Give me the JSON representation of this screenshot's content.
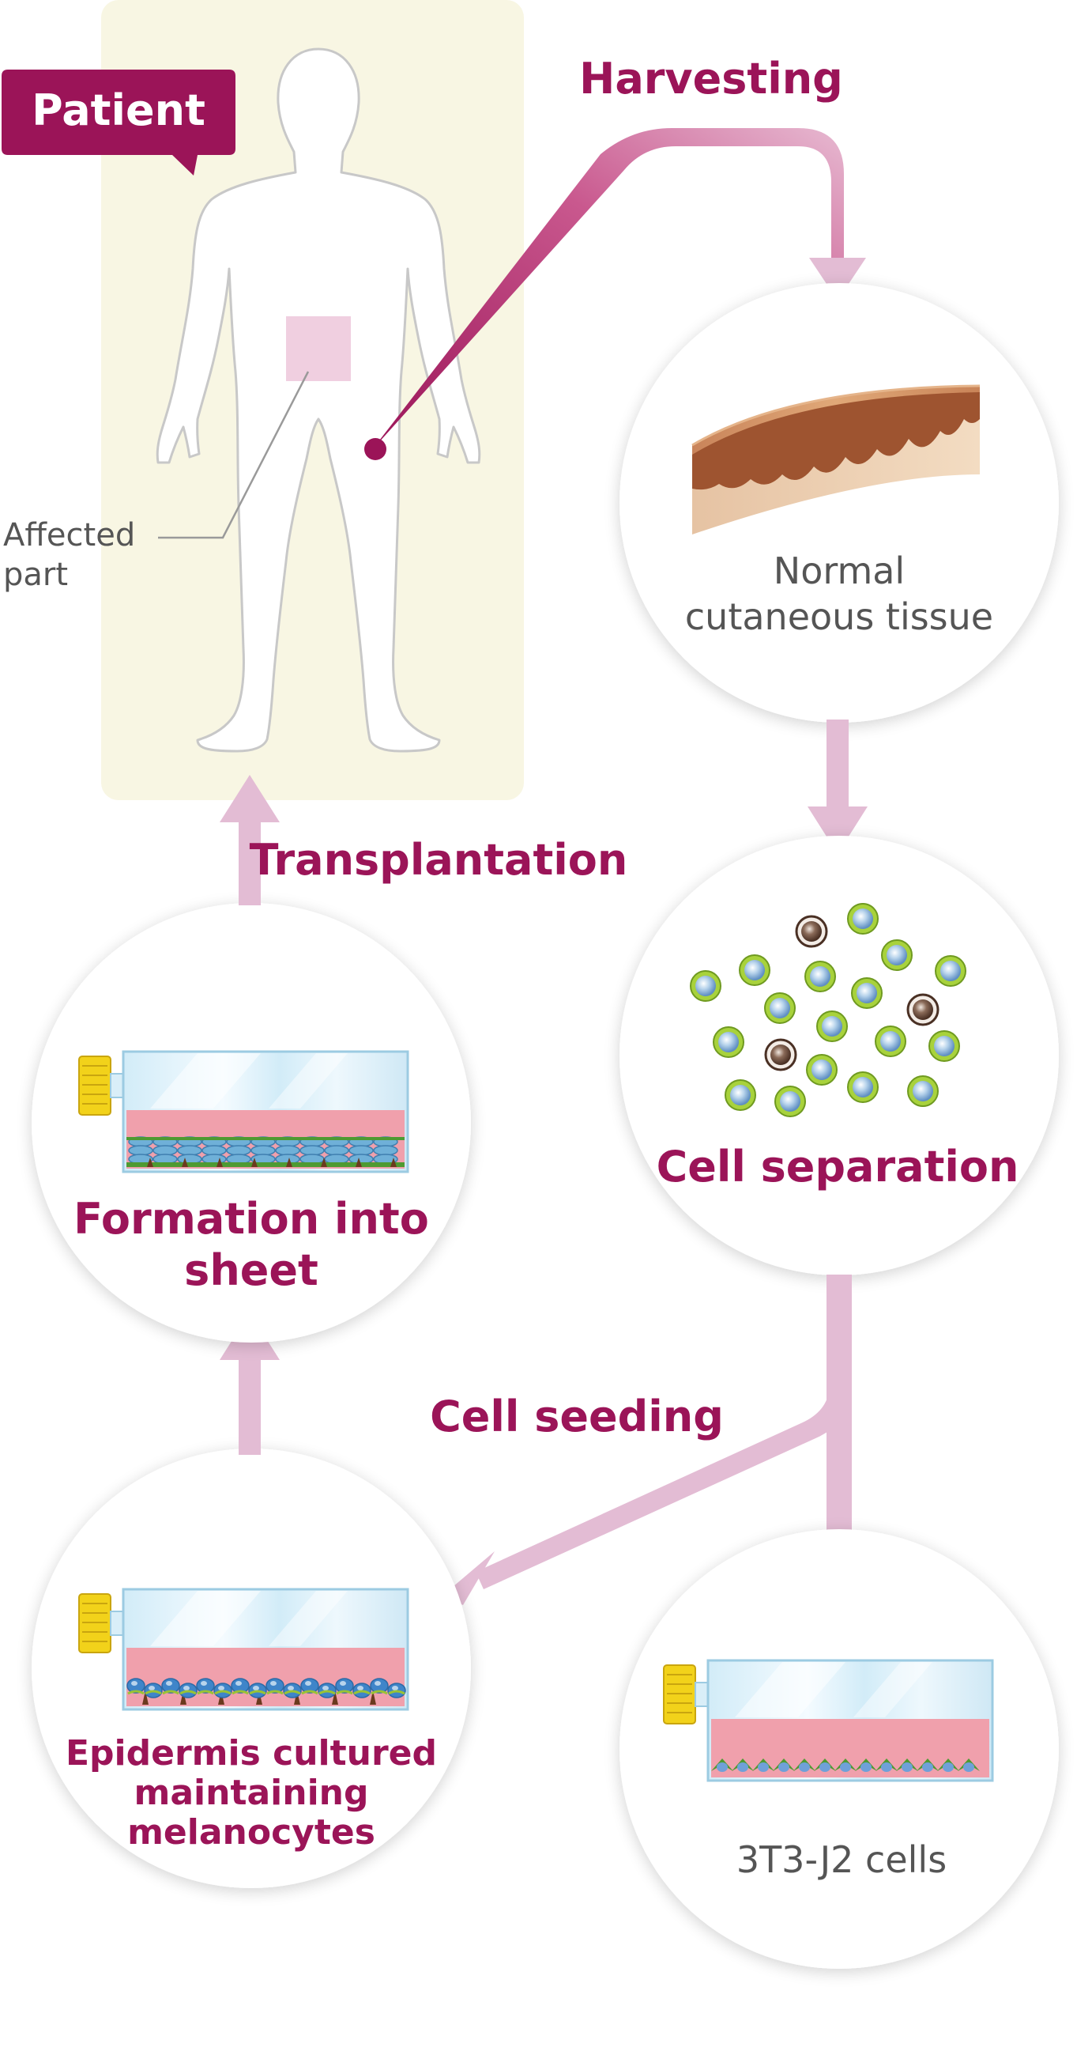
{
  "patient": {
    "badge": "Patient",
    "affected_line1": "Affected",
    "affected_line2": "part"
  },
  "steps": {
    "harvesting": "Harvesting",
    "normal_line1": "Normal",
    "normal_line2": "cutaneous tissue",
    "cell_separation": "Cell separation",
    "cell_seeding": "Cell seeding",
    "feeder_cells": "3T3-J2 cells",
    "epidermis_line1": "Epidermis cultured",
    "epidermis_line2": "maintaining",
    "epidermis_line3": "melanocytes",
    "sheet_line1": "Formation into",
    "sheet_line2": "sheet",
    "transplantation": "Transplantation"
  },
  "colors": {
    "brand": "#9b1458",
    "arrow": "#e3bcd4",
    "patient_panel": "#f8f6e3",
    "affected_area": "#f0cfe0",
    "medium": "#f0a0ac",
    "flask_glass": "#d9eef8",
    "flask_cap": "#f2d21a",
    "cell_green": "#a8d23c",
    "cell_blue": "#8fb6d9",
    "cell_brown": "#6b4a3a"
  },
  "icons": {
    "patient": "human-body-icon",
    "tissue": "skin-tissue-icon",
    "cells": "cell-cluster-icon",
    "flask": "culture-flask-icon"
  }
}
